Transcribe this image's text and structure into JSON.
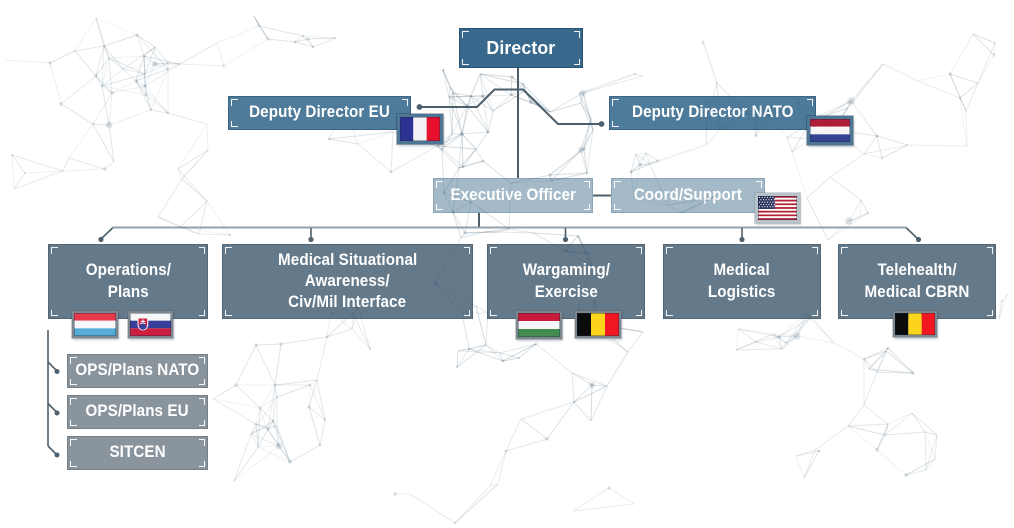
{
  "colors": {
    "background": "#ffffff",
    "director_fill": "#38698c",
    "deputy_fill": "#4e7b9a",
    "staff_fill": "#a4bac8",
    "department_fill": "#64798a",
    "subunit_fill": "#8a949c",
    "connector_dark": "#4d5f6a",
    "connector_light": "#93a3ad",
    "label_text": "#ffffff"
  },
  "org": {
    "director": {
      "label": "Director"
    },
    "deputy_eu": {
      "label": "Deputy Director EU",
      "flags": [
        "france"
      ]
    },
    "deputy_nato": {
      "label": "Deputy Director NATO",
      "flags": [
        "netherlands"
      ]
    },
    "executive_officer": {
      "label": "Executive Officer"
    },
    "coord_support": {
      "label": "Coord/Support",
      "flags": [
        "usa"
      ]
    },
    "departments": [
      {
        "lines": [
          "Operations/",
          "Plans"
        ],
        "flags": [
          "luxembourg",
          "slovakia"
        ]
      },
      {
        "lines": [
          "Medical Situational",
          "Awareness/",
          "Civ/Mil Interface"
        ],
        "flags": []
      },
      {
        "lines": [
          "Wargaming/",
          "Exercise"
        ],
        "flags": [
          "hungary",
          "belgium"
        ]
      },
      {
        "lines": [
          "Medical",
          "Logistics"
        ],
        "flags": []
      },
      {
        "lines": [
          "Telehealth/",
          "Medical CBRN"
        ],
        "flags": [
          "belgium"
        ]
      }
    ],
    "operations_subunits": [
      {
        "label": "OPS/Plans NATO"
      },
      {
        "label": "OPS/Plans EU"
      },
      {
        "label": "SITCEN"
      }
    ]
  }
}
